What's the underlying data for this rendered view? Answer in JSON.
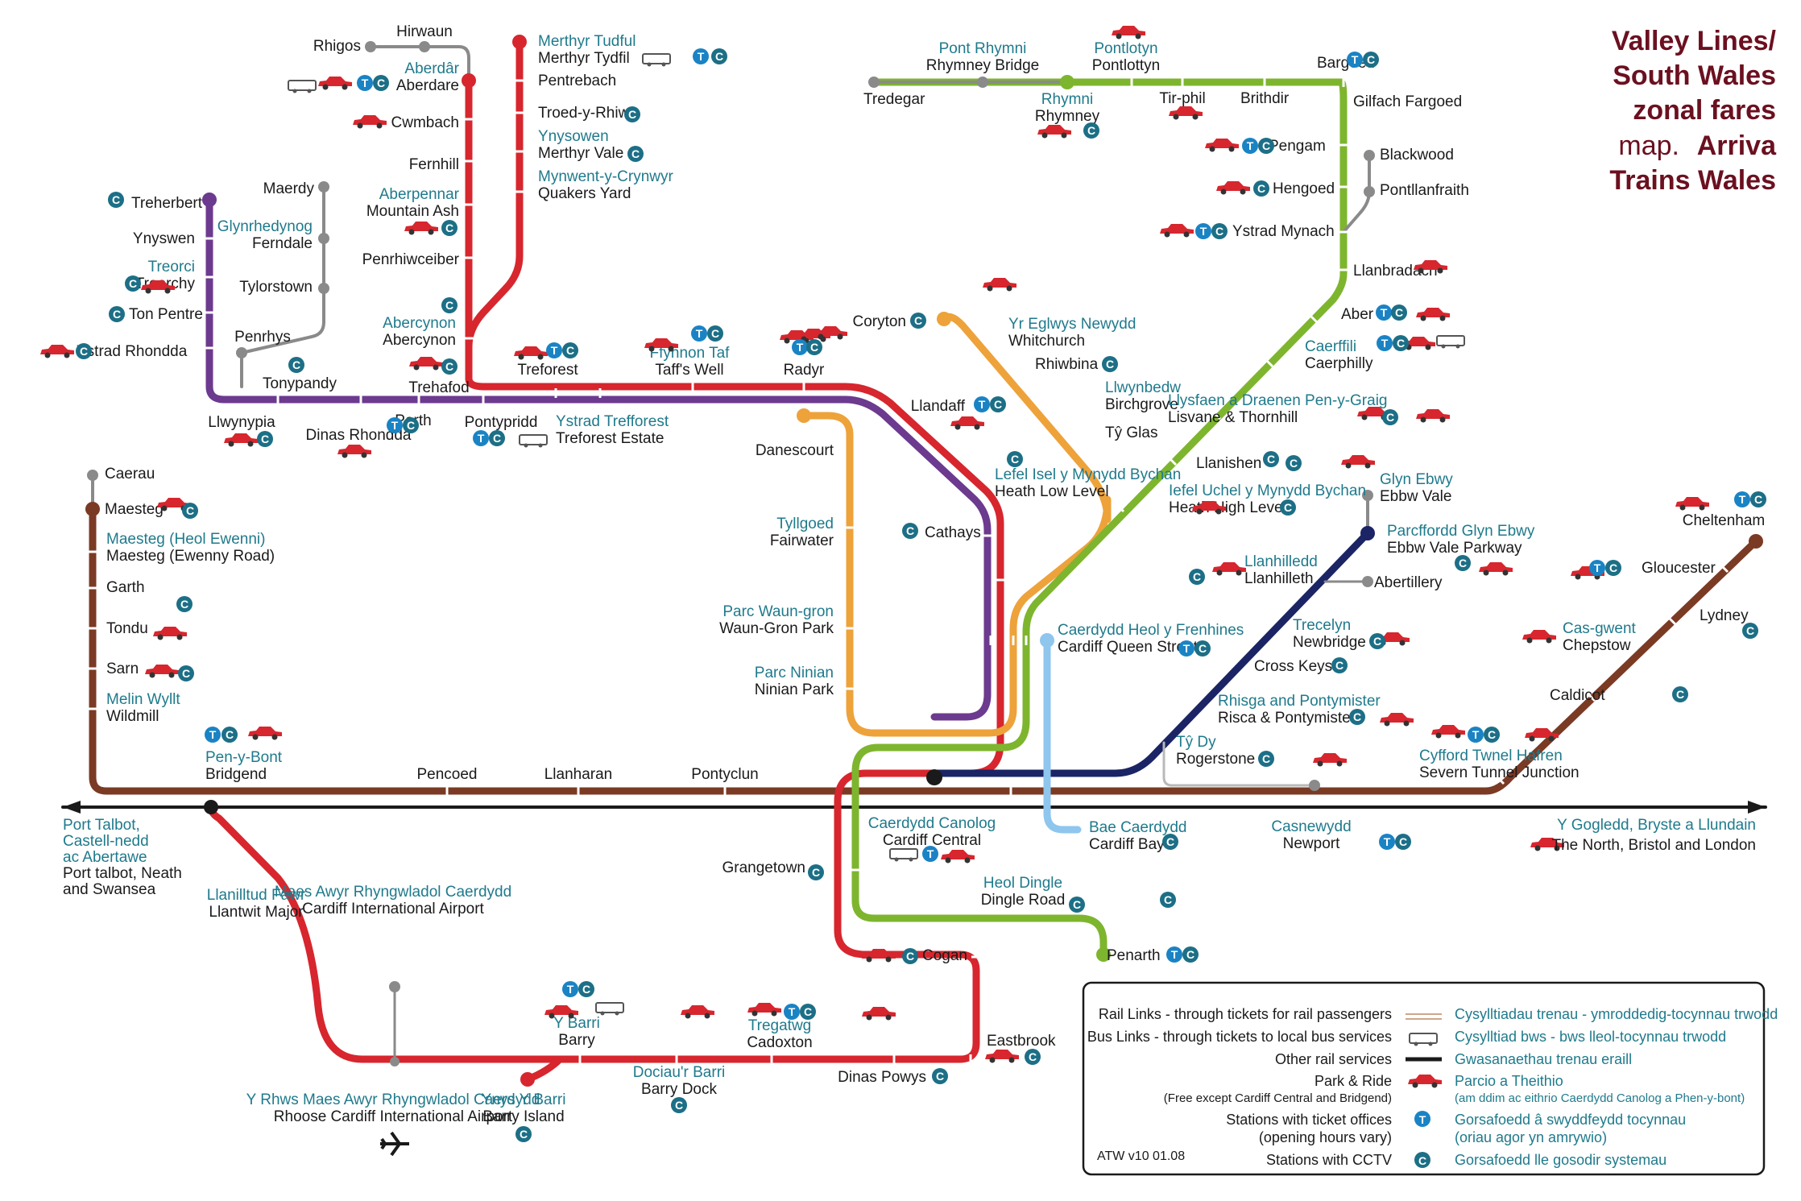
{
  "title": {
    "line1": "Valley Lines/",
    "line2": "South Wales",
    "line3": "zonal fares",
    "line4": "map.",
    "line4b": "Arriva",
    "line5": "Trains Wales"
  },
  "colors": {
    "red": "#d7262e",
    "purple": "#6c3a8e",
    "orange": "#eea23a",
    "green": "#7eb52e",
    "navy": "#1b2464",
    "brown": "#7b3a24",
    "lightblue": "#8ec6ee",
    "grey": "#8a8a8a",
    "welsh_text": "#1f7a8c",
    "title": "#6b1020",
    "badge": "#1a83c4"
  },
  "stations": [
    {
      "en": "Hirwaun",
      "cy": ""
    },
    {
      "en": "Rhigos",
      "cy": ""
    },
    {
      "en": "Aberdare",
      "cy": "Aberdâr"
    },
    {
      "en": "Merthyr Tydfil",
      "cy": "Merthyr Tudful"
    },
    {
      "en": "Pentrebach",
      "cy": ""
    },
    {
      "en": "Troed-y-Rhiw",
      "cy": ""
    },
    {
      "en": "Merthyr Vale",
      "cy": "Ynysowen"
    },
    {
      "en": "Quakers Yard",
      "cy": "Mynwent-y-Crynwyr"
    },
    {
      "en": "Cwmbach",
      "cy": ""
    },
    {
      "en": "Fernhill",
      "cy": ""
    },
    {
      "en": "Mountain Ash",
      "cy": "Aberpennar"
    },
    {
      "en": "Penrhiwceiber",
      "cy": ""
    },
    {
      "en": "Abercynon",
      "cy": "Abercynon"
    },
    {
      "en": "Trehafod",
      "cy": ""
    },
    {
      "en": "Treherbert",
      "cy": ""
    },
    {
      "en": "Ynyswen",
      "cy": ""
    },
    {
      "en": "Treorchy",
      "cy": "Treorci"
    },
    {
      "en": "Ton Pentre",
      "cy": ""
    },
    {
      "en": "Ystrad Rhondda",
      "cy": ""
    },
    {
      "en": "Maerdy",
      "cy": ""
    },
    {
      "en": "Ferndale",
      "cy": "Glynrhedynog"
    },
    {
      "en": "Tylorstown",
      "cy": ""
    },
    {
      "en": "Penrhys",
      "cy": ""
    },
    {
      "en": "Tonypandy",
      "cy": ""
    },
    {
      "en": "Llwynypia",
      "cy": ""
    },
    {
      "en": "Dinas Rhondda",
      "cy": ""
    },
    {
      "en": "Porth",
      "cy": ""
    },
    {
      "en": "Pontypridd",
      "cy": ""
    },
    {
      "en": "Treforest Estate",
      "cy": "Ystrad Trefforest"
    },
    {
      "en": "Treforest",
      "cy": ""
    },
    {
      "en": "Taff's Well",
      "cy": "Ffynnon Taf"
    },
    {
      "en": "Radyr",
      "cy": ""
    },
    {
      "en": "Llandaff",
      "cy": ""
    },
    {
      "en": "Danescourt",
      "cy": ""
    },
    {
      "en": "Fairwater",
      "cy": "Tyllgoed"
    },
    {
      "en": "Waun-Gron Park",
      "cy": "Parc Waun-gron"
    },
    {
      "en": "Ninian Park",
      "cy": "Parc Ninian"
    },
    {
      "en": "Coryton",
      "cy": ""
    },
    {
      "en": "Whitchurch",
      "cy": "Yr Eglwys Newydd"
    },
    {
      "en": "Rhiwbina",
      "cy": ""
    },
    {
      "en": "Birchgrove",
      "cy": "Llwynbedw"
    },
    {
      "en": "Tŷ Glas",
      "cy": ""
    },
    {
      "en": "Heath Low Level",
      "cy": "Lefel Isel y Mynydd Bychan"
    },
    {
      "en": "Cathays",
      "cy": ""
    },
    {
      "en": "Tredegar",
      "cy": ""
    },
    {
      "en": "Rhymney Bridge",
      "cy": "Pont Rhymni"
    },
    {
      "en": "Rhymney",
      "cy": "Rhymni"
    },
    {
      "en": "Pontlottyn",
      "cy": "Pontlotyn"
    },
    {
      "en": "Tir-phil",
      "cy": ""
    },
    {
      "en": "Brithdir",
      "cy": ""
    },
    {
      "en": "Bargoed",
      "cy": ""
    },
    {
      "en": "Gilfach Fargoed",
      "cy": ""
    },
    {
      "en": "Pengam",
      "cy": ""
    },
    {
      "en": "Hengoed",
      "cy": ""
    },
    {
      "en": "Ystrad Mynach",
      "cy": ""
    },
    {
      "en": "Blackwood",
      "cy": ""
    },
    {
      "en": "Pontllanfraith",
      "cy": ""
    },
    {
      "en": "Llanbradach",
      "cy": ""
    },
    {
      "en": "Aber",
      "cy": ""
    },
    {
      "en": "Caerphilly",
      "cy": "Caerffili"
    },
    {
      "en": "Lisvane & Thornhill",
      "cy": "Llysfaen a Draenen Pen-y-Graig"
    },
    {
      "en": "Llanishen",
      "cy": ""
    },
    {
      "en": "Heath High Level",
      "cy": "Iefel Uchel y Mynydd Bychan"
    },
    {
      "en": "Ebbw Vale",
      "cy": "Glyn Ebwy"
    },
    {
      "en": "Ebbw Vale Parkway",
      "cy": "Parcffordd Glyn Ebwy"
    },
    {
      "en": "Llanhilleth",
      "cy": "Llanhilledd"
    },
    {
      "en": "Abertillery",
      "cy": ""
    },
    {
      "en": "Newbridge",
      "cy": "Trecelyn"
    },
    {
      "en": "Cross Keys",
      "cy": ""
    },
    {
      "en": "Risca & Pontymister",
      "cy": "Rhisga and Pontymister"
    },
    {
      "en": "Rogerstone",
      "cy": "Tŷ Dy"
    },
    {
      "en": "Cardiff Queen Street",
      "cy": "Caerdydd Heol y Frenhines"
    },
    {
      "en": "Cardiff Bay",
      "cy": "Bae Caerdydd"
    },
    {
      "en": "Cheltenham",
      "cy": ""
    },
    {
      "en": "Gloucester",
      "cy": ""
    },
    {
      "en": "Lydney",
      "cy": ""
    },
    {
      "en": "Chepstow",
      "cy": "Cas-gwent"
    },
    {
      "en": "Caldicot",
      "cy": ""
    },
    {
      "en": "Severn Tunnel Junction",
      "cy": "Cyfford Twnel Hafren"
    },
    {
      "en": "Caerau",
      "cy": ""
    },
    {
      "en": "Maesteg",
      "cy": ""
    },
    {
      "en": "Maesteg (Ewenny Road)",
      "cy": "Maesteg (Heol Ewenni)"
    },
    {
      "en": "Garth",
      "cy": ""
    },
    {
      "en": "Tondu",
      "cy": ""
    },
    {
      "en": "Sarn",
      "cy": ""
    },
    {
      "en": "Wildmill",
      "cy": "Melin Wyllt"
    },
    {
      "en": "Bridgend",
      "cy": "Pen-y-Bont"
    },
    {
      "en": "Pencoed",
      "cy": ""
    },
    {
      "en": "Llanharan",
      "cy": ""
    },
    {
      "en": "Pontyclun",
      "cy": ""
    },
    {
      "en": "Cardiff Central",
      "cy": "Caerdydd Canolog"
    },
    {
      "en": "Newport",
      "cy": "Casnewydd"
    },
    {
      "en": "Grangetown",
      "cy": ""
    },
    {
      "en": "Dingle Road",
      "cy": "Heol Dingle"
    },
    {
      "en": "Penarth",
      "cy": ""
    },
    {
      "en": "Cogan",
      "cy": ""
    },
    {
      "en": "Eastbrook",
      "cy": ""
    },
    {
      "en": "Dinas Powys",
      "cy": ""
    },
    {
      "en": "Cadoxton",
      "cy": "Tregatwg"
    },
    {
      "en": "Barry Dock",
      "cy": "Dociau'r Barri"
    },
    {
      "en": "Barry",
      "cy": "Y Barri"
    },
    {
      "en": "Barry Island",
      "cy": "Ynys Y Barri"
    },
    {
      "en": "Rhoose Cardiff International Airport",
      "cy": "Y Rhws Maes Awyr Rhyngwladol Caerdydd"
    },
    {
      "en": "Cardiff International Airport",
      "cy": "Maes Awyr Rhyngwladol Caerdydd"
    },
    {
      "en": "Llantwit Major",
      "cy": "Llanilltud Fawr"
    }
  ],
  "edges": {
    "west_cy_1": "Port Talbot,",
    "west_cy_2": "Castell-nedd",
    "west_cy_3": "ac Abertawe",
    "west_en_1": "Port talbot, Neath",
    "west_en_2": "and Swansea",
    "east_cy": "Y Gogledd, Bryste a Llundain",
    "east_en": "The North, Bristol and London"
  },
  "legend": {
    "rows": [
      {
        "en": "Rail Links - through tickets for rail passengers",
        "cy": "Cysylltiadau trenau - ymroddedig-tocynnau trwodd"
      },
      {
        "en": "Bus Links - through tickets to local bus services",
        "cy": "Cysylltiad bws - bws lleol-tocynnau trwodd"
      },
      {
        "en": "Other rail services",
        "cy": "Gwasanaethau trenau eraill"
      },
      {
        "en": "Park & Ride",
        "cy": "Parcio a Theithio"
      },
      {
        "en": "Stations with ticket offices",
        "cy": "Gorsafoedd â swyddfeydd tocynnau"
      },
      {
        "en": "Stations with CCTV",
        "cy": "Gorsafoedd lle gosodir systemau"
      }
    ],
    "park_note_en": "(Free except Cardiff Central and Bridgend)",
    "park_note_cy": "(am ddim ac eithrio Caerdydd Canolog a Phen-y-bont)",
    "ticket_note_en": "(opening hours vary)",
    "ticket_note_cy": "(oriau agor yn amrywio)",
    "version": "ATW v10 01.08",
    "badge_t": "T",
    "badge_c": "C"
  }
}
